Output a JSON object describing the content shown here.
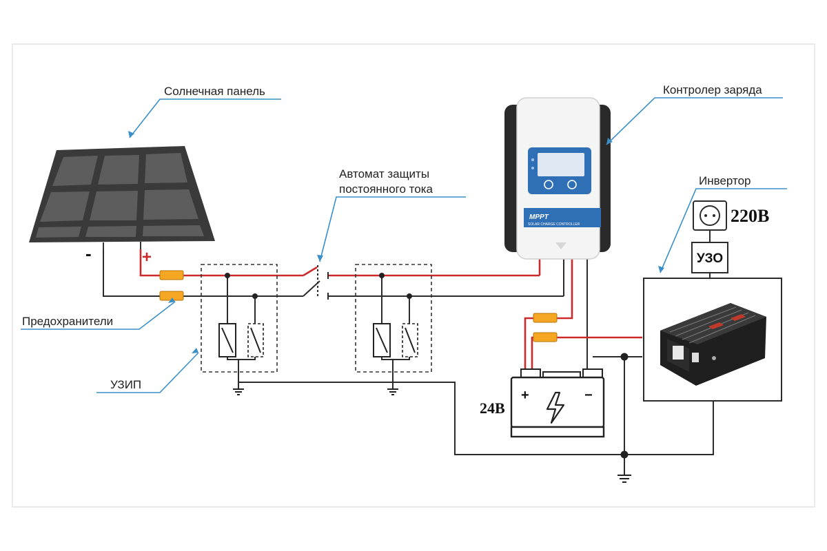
{
  "labels": {
    "solar_panel": "Солнечная панель",
    "charge_controller": "Контролер заряда",
    "dc_breaker_line1": "Автомат защиты",
    "dc_breaker_line2": "постоянного тока",
    "inverter": "Инвертор",
    "fuses": "Предохранители",
    "spd": "УЗИП",
    "battery_voltage": "24В",
    "output_voltage": "220В",
    "rcd": "УЗО",
    "panel_minus": "-",
    "panel_plus": "+",
    "battery_plus": "+",
    "battery_minus": "−"
  },
  "controller": {
    "brand": "MPPT",
    "subtitle": "SOLAR CHARGE CONTROLLER"
  },
  "colors": {
    "positive_wire": "#cc2a2a",
    "negative_wire": "#2b2b2b",
    "callout_line": "#3a8fc9",
    "fuse": "#f5a623",
    "controller_blue": "#2f6fb6"
  },
  "icons": {
    "battery": "battery-bolt-icon",
    "socket": "power-socket-icon",
    "ground": "ground-symbol-icon"
  }
}
